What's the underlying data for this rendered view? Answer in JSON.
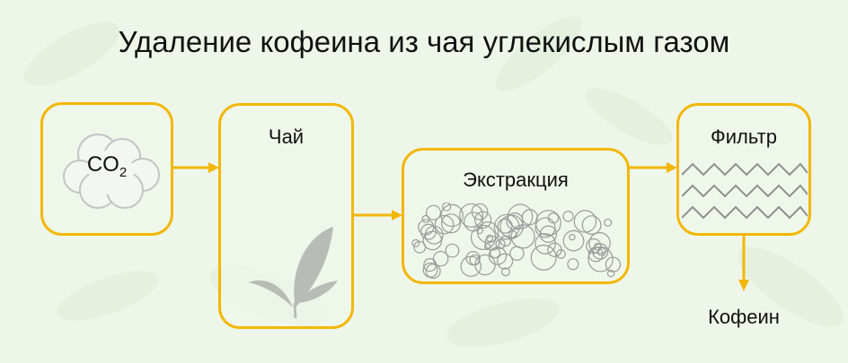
{
  "title": "Удаление кофеина из чая углекислым газом",
  "nodes": {
    "co2": {
      "label": "CO",
      "subscript": "2",
      "icon": "cloud-icon"
    },
    "tea": {
      "label": "Чай",
      "icon": "tea-leaf-icon"
    },
    "extraction": {
      "label": "Экстракция",
      "icon": "bubbles-icon"
    },
    "filter": {
      "label": "Фильтр",
      "icon": "zigzag-filter-icon"
    }
  },
  "output": {
    "label": "Кофеин"
  },
  "colors": {
    "accent": "#f2b705",
    "background": "#eef6e9",
    "icon_gray": "#9a9a9a"
  }
}
